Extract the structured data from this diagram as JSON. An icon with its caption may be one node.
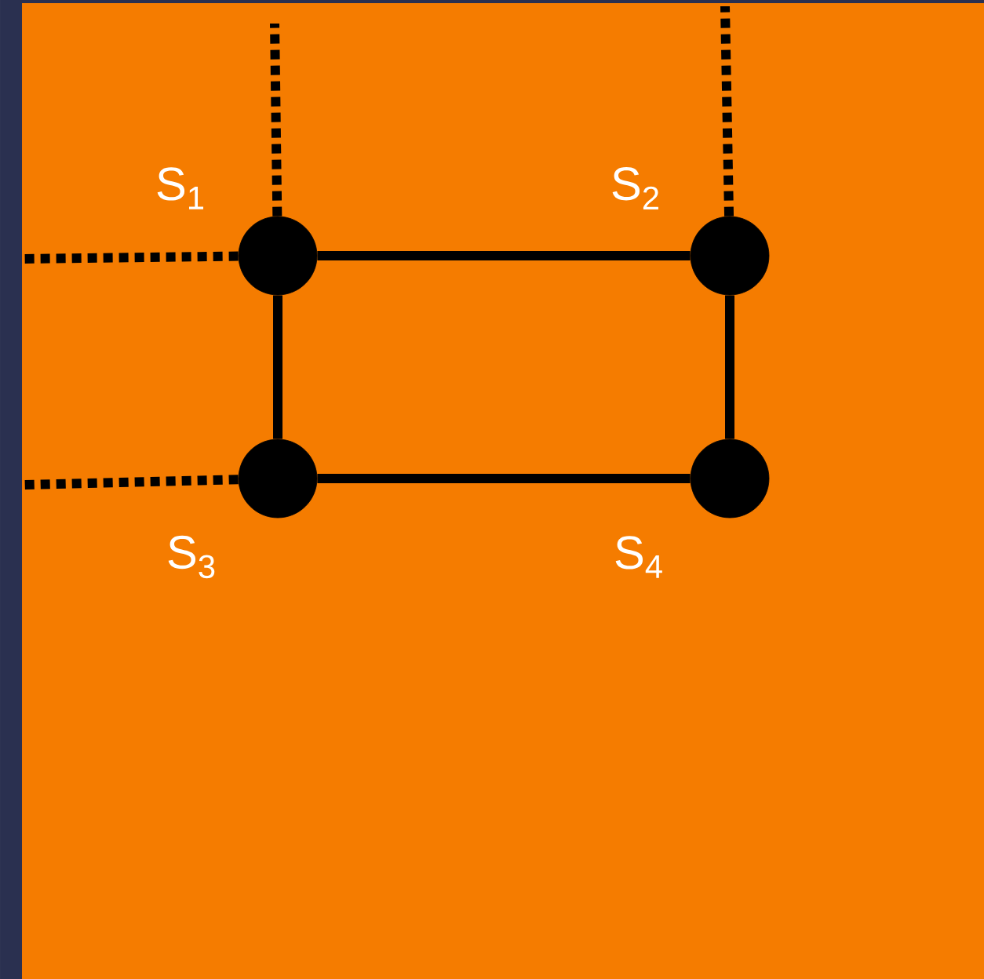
{
  "diagram": {
    "nodes": [
      {
        "text": [],
        "shape": "circle",
        "beside": [
          "S$_{1}$"
        ]
      },
      {
        "text": [],
        "shape": "circle",
        "beside": [
          "S$_{2}$"
        ]
      },
      {
        "text": [],
        "shape": "circle",
        "beside": [
          "S$_{3}$"
        ]
      },
      {
        "text": [],
        "shape": "circle",
        "beside": [
          "S$_{4}$"
        ]
      }
    ],
    "edges": [
      {
        "from": 0,
        "to": 1,
        "arrow": "none"
      },
      {
        "from": 0,
        "to": 2,
        "arrow": "none"
      },
      {
        "from": 1,
        "to": 3,
        "arrow": "none"
      },
      {
        "from": 2,
        "to": 3,
        "arrow": "none"
      },
      {
        "from": 0,
        "to": null,
        "arrow": "none",
        "style": "dashed"
      },
      {
        "from": 0,
        "to": null,
        "arrow": "none",
        "style": "dashed"
      },
      {
        "from": 1,
        "to": null,
        "arrow": "none",
        "style": "dashed"
      },
      {
        "from": 2,
        "to": null,
        "arrow": "none",
        "style": "dashed"
      }
    ]
  }
}
